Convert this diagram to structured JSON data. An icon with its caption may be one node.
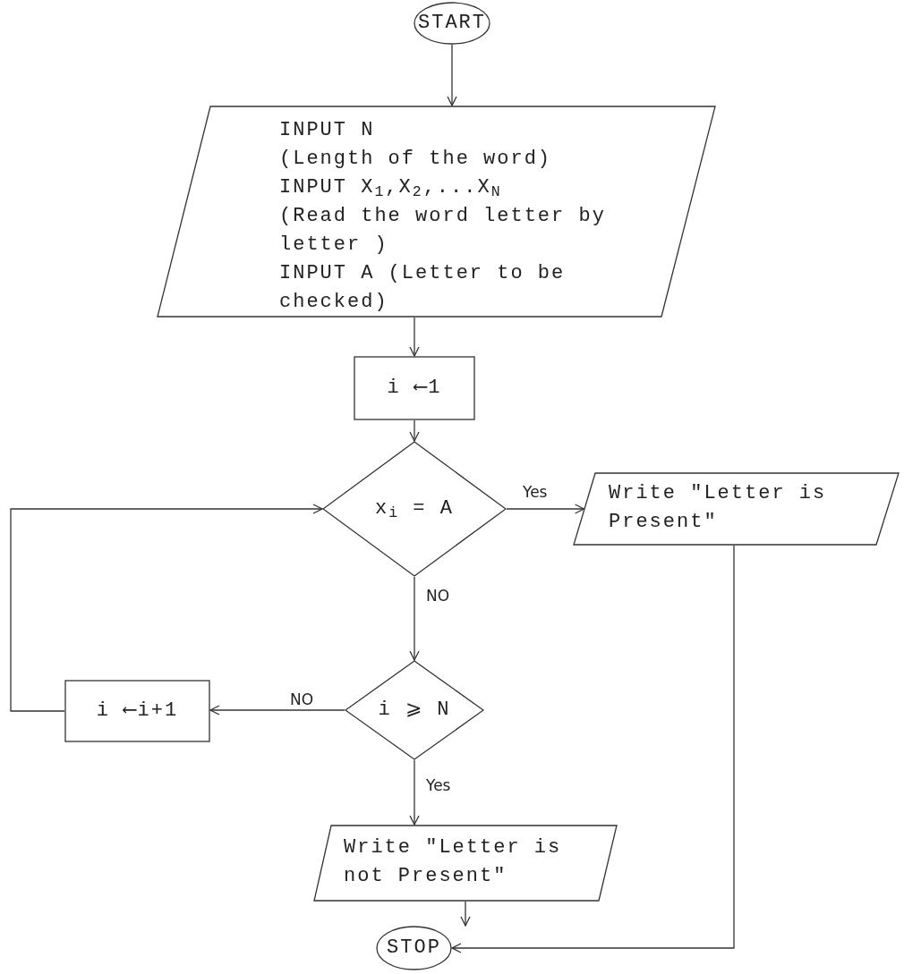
{
  "diagram": {
    "nodes": [
      {
        "text": [
          "START"
        ]
      },
      {
        "text": [
          "INPUT N",
          "(Length of the word)",
          "INPUT X$_{1}$,X$_{2}$,...X$_{N}$",
          "(Read the word letter by letter )",
          "INPUT A (Letter to be checked)"
        ]
      },
      {
        "text": [
          "i ⟵1"
        ]
      },
      {
        "text": [
          "x$_{i}$ = A"
        ]
      },
      {
        "text": [
          "Write \"Letter is Present\""
        ]
      },
      {
        "text": [
          "i ⩾ N"
        ]
      },
      {
        "text": [
          "i ⟵i+1"
        ]
      },
      {
        "text": [
          "Write \"Letter is not Present\""
        ]
      },
      {
        "text": [
          "STOP"
        ]
      }
    ],
    "edges": [
      {
        "from": 0,
        "to": 1,
        "arrow": "to"
      },
      {
        "from": 1,
        "to": 2,
        "arrow": "to"
      },
      {
        "from": 2,
        "to": 3,
        "arrow": "to"
      },
      {
        "from": 3,
        "to": 4,
        "arrow": "to",
        "label": "Yes"
      },
      {
        "from": 3,
        "to": 5,
        "arrow": "to",
        "label": "NO"
      },
      {
        "from": 5,
        "to": 6,
        "arrow": "to",
        "label": "NO"
      },
      {
        "from": 6,
        "to": 3,
        "arrow": "to"
      },
      {
        "from": 5,
        "to": 7,
        "arrow": "to",
        "label": "Yes"
      },
      {
        "from": 7,
        "to": 8,
        "arrow": "to"
      },
      {
        "from": 4,
        "to": 8,
        "arrow": "to"
      }
    ]
  }
}
